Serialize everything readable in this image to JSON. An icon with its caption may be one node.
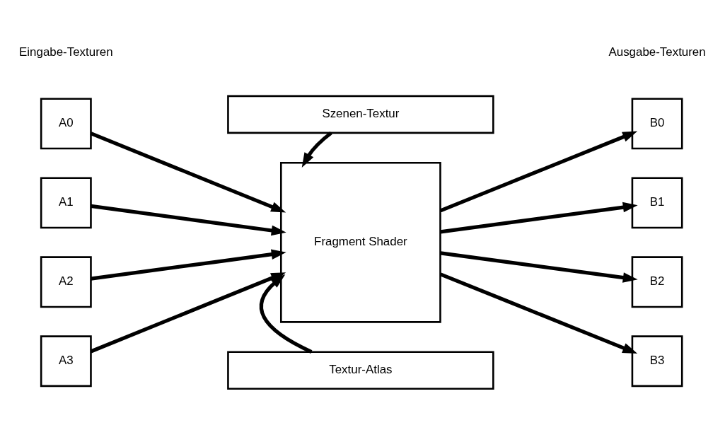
{
  "diagram": {
    "nodes": [
      {
        "text": [
          "Szenen-Textur"
        ]
      },
      {
        "text": [
          "A0"
        ]
      },
      {
        "text": [
          "A1"
        ]
      },
      {
        "text": [
          "A2"
        ]
      },
      {
        "text": [
          "A3"
        ]
      },
      {
        "text": [
          "Fragment Shader"
        ]
      },
      {
        "text": [
          "B0"
        ]
      },
      {
        "text": [
          "B1"
        ]
      },
      {
        "text": [
          "B2"
        ]
      },
      {
        "text": [
          "B3"
        ]
      },
      {
        "text": [
          "Textur-Atlas"
        ]
      }
    ],
    "edges": [
      {
        "from": 1,
        "to": 5,
        "arrow": "to"
      },
      {
        "from": 2,
        "to": 5,
        "arrow": "to"
      },
      {
        "from": 3,
        "to": 5,
        "arrow": "to"
      },
      {
        "from": 4,
        "to": 5,
        "arrow": "to"
      },
      {
        "from": 0,
        "to": 5,
        "arrow": "to"
      },
      {
        "from": 10,
        "to": 5,
        "arrow": "to"
      },
      {
        "from": 5,
        "to": 6,
        "arrow": "to"
      },
      {
        "from": 5,
        "to": 7,
        "arrow": "to"
      },
      {
        "from": 5,
        "to": 8,
        "arrow": "to"
      },
      {
        "from": 5,
        "to": 9,
        "arrow": "to"
      }
    ],
    "labels": [
      "Eingabe-Texturen",
      "Ausgabe-Texturen"
    ]
  }
}
